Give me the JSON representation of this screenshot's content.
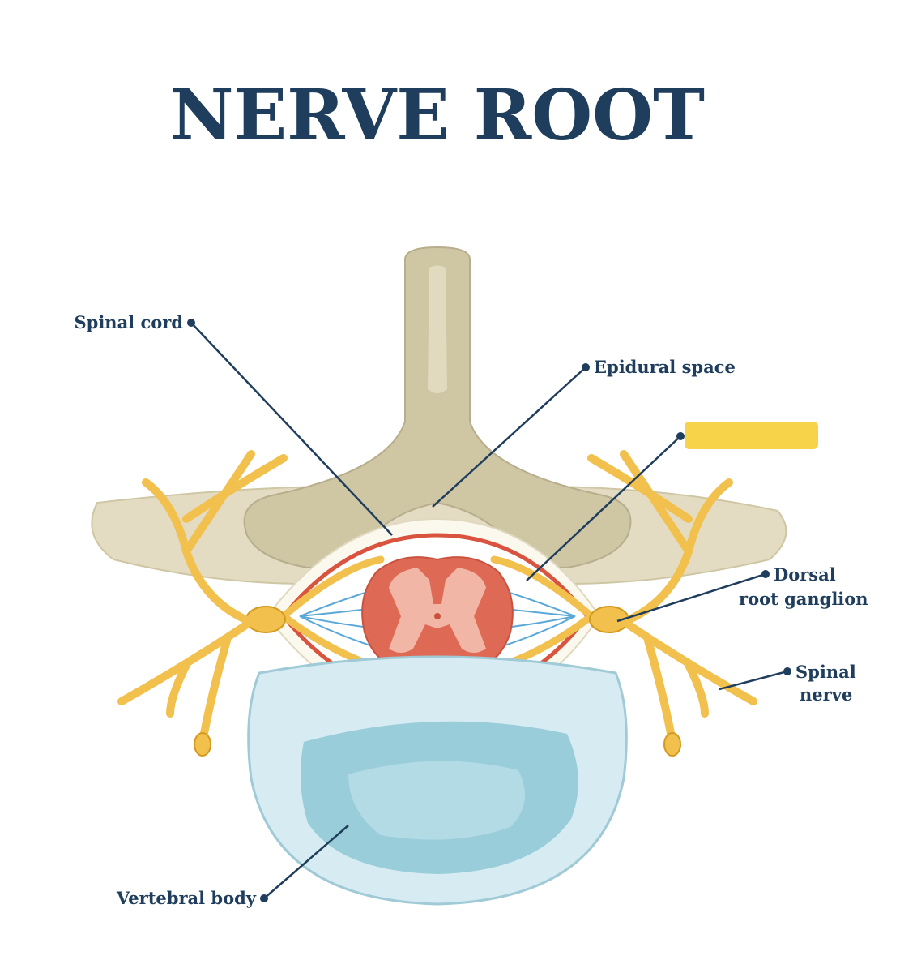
{
  "title": "NERVE ROOT",
  "labels": {
    "spinal_cord": "Spinal cord",
    "epidural_space": "Epidural space",
    "dorsal_root_ganglion_line1": "Dorsal",
    "dorsal_root_ganglion_line2": "root ganglion",
    "spinal_nerve_line1": "Spinal",
    "spinal_nerve_line2": "nerve",
    "vertebral_body": "Vertebral body"
  },
  "colors": {
    "title": "#1f3d5c",
    "label_text": "#1f3d5c",
    "leader_line": "#1f3d5c",
    "bone": "#cfc6a4",
    "bone_dark": "#b8ad8c",
    "vertebral_body": "#cfe6ee",
    "vertebral_core": "#8fc8d6",
    "dura": "#d9533f",
    "cord": "#de6a55",
    "grey_matter": "#f2b6a6",
    "nerve": "#f2c04c",
    "nerve_stroke": "#d49a1f",
    "rootlets": "#5aa8d8",
    "highlight_bar": "#f6d349"
  }
}
